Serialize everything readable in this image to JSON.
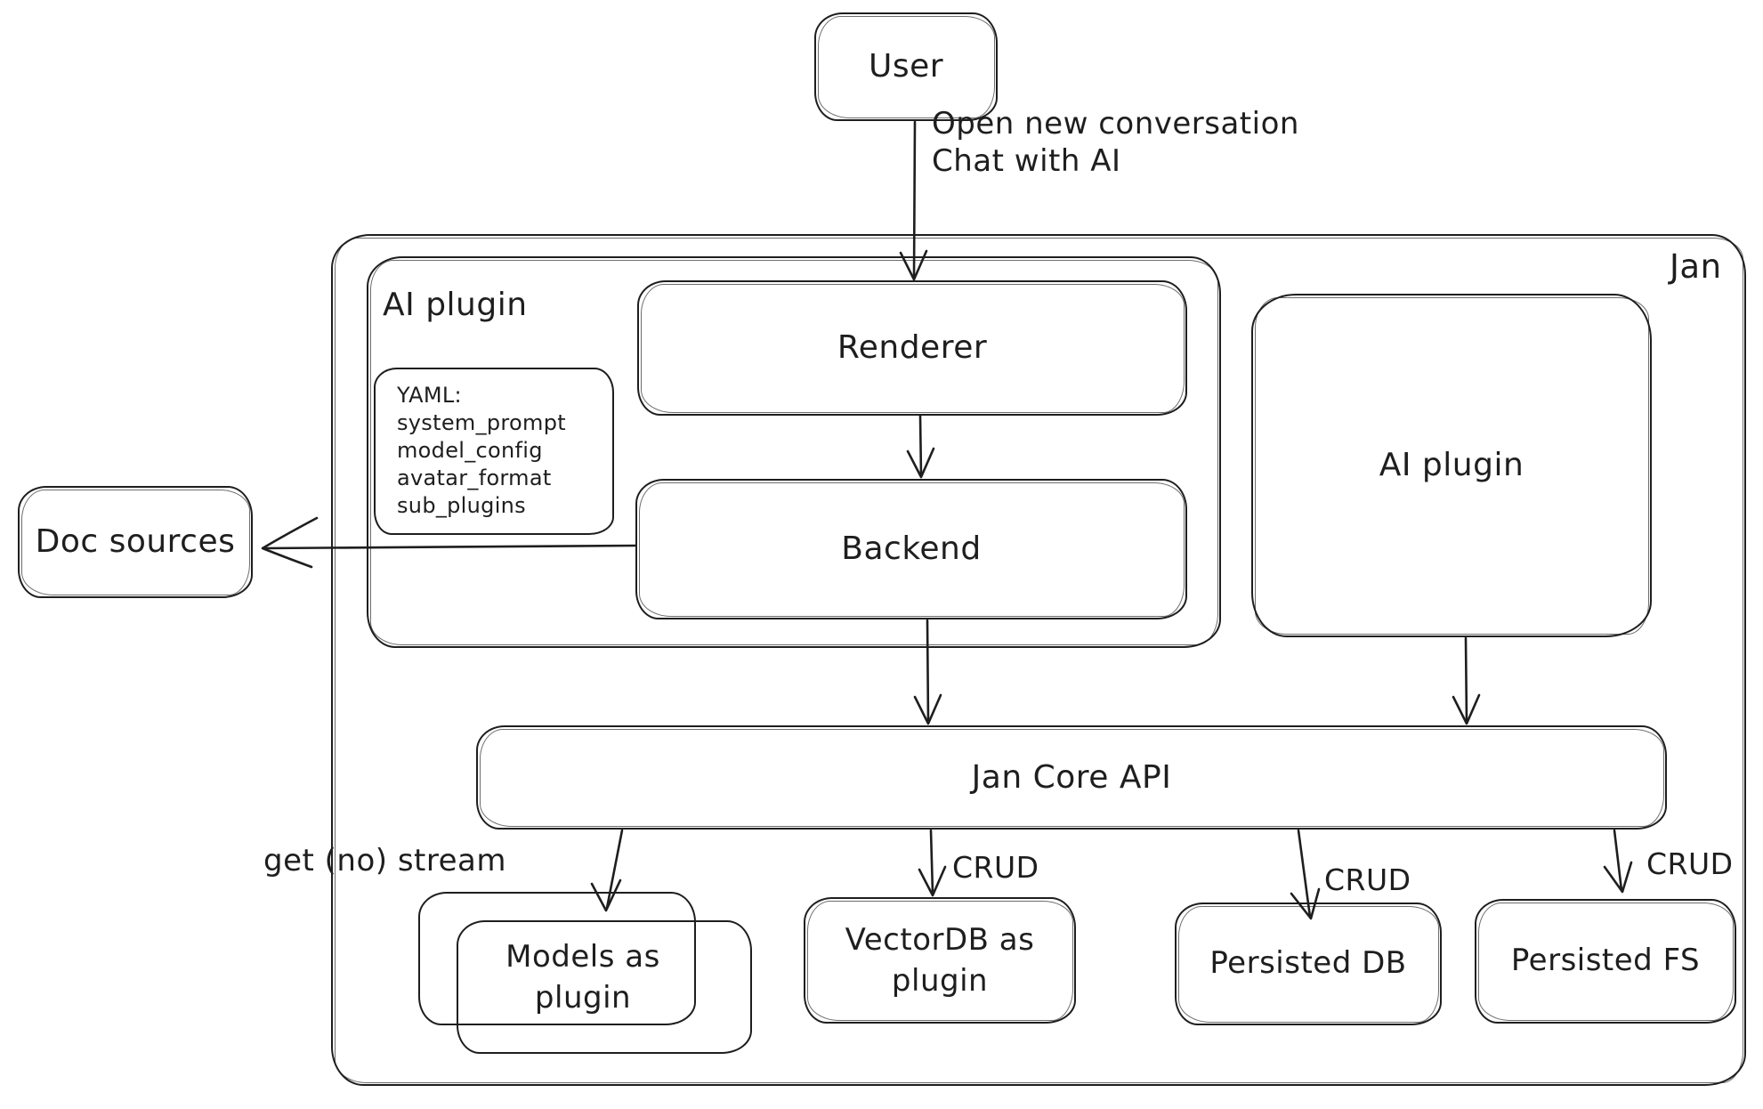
{
  "colors": {
    "stroke": "#1e1e1e",
    "background": "#ffffff"
  },
  "nodes": {
    "user": {
      "label": "User"
    },
    "jan": {
      "label": "Jan"
    },
    "ai_plugin_group": {
      "label": "AI plugin"
    },
    "renderer": {
      "label": "Renderer"
    },
    "yaml_note": {
      "lines": [
        "YAML:",
        "system_prompt",
        "model_config",
        "avatar_format",
        "sub_plugins"
      ]
    },
    "backend": {
      "label": "Backend"
    },
    "ai_plugin_right": {
      "label": "AI plugin"
    },
    "doc_sources": {
      "label": "Doc sources"
    },
    "jan_core_api": {
      "label": "Jan Core API"
    },
    "models_as_plugin": {
      "line1": "Models as",
      "line2": "plugin"
    },
    "vectordb_as_plugin": {
      "line1": "VectorDB as",
      "line2": "plugin"
    },
    "persisted_db": {
      "label": "Persisted DB"
    },
    "persisted_fs": {
      "label": "Persisted FS"
    }
  },
  "edges": {
    "user_to_renderer": {
      "line1": "Open new conversation",
      "line2": "Chat with AI"
    },
    "core_to_models": {
      "label": "get (no) stream"
    },
    "core_to_vectordb": {
      "label": "CRUD"
    },
    "core_to_persisted_db": {
      "label": "CRUD"
    },
    "core_to_persisted_fs": {
      "label": "CRUD"
    }
  }
}
